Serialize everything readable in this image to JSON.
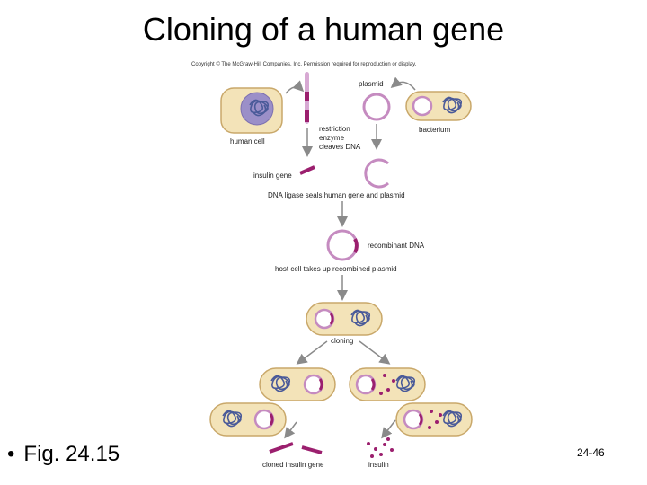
{
  "slide": {
    "title": "Cloning of a human gene",
    "bullet": "Fig. 24.15",
    "page_number": "24-46"
  },
  "figure": {
    "copyright": "Copyright © The McGraw-Hill Companies, Inc. Permission required for reproduction or display.",
    "labels": {
      "plasmid": "plasmid",
      "human_cell": "human cell",
      "bacterium": "bacterium",
      "restriction_1": "restriction",
      "restriction_2": "enzyme",
      "restriction_3": "cleaves DNA",
      "insulin_gene": "insulin gene",
      "ligase": "DNA ligase seals human gene and plasmid",
      "recombinant": "recombinant DNA",
      "host_cell": "host cell takes up recombined plasmid",
      "cloning": "cloning",
      "cloned_gene": "cloned insulin gene",
      "insulin": "insulin"
    },
    "colors": {
      "cell_fill": "#f3e3b8",
      "cell_stroke": "#c9a86a",
      "plasmid": "#c58bc0",
      "gene": "#9b1f6e",
      "chromosome": "#4a5a99",
      "nucleus": "#9b8fc8",
      "arrow": "#8a8a8a"
    }
  }
}
